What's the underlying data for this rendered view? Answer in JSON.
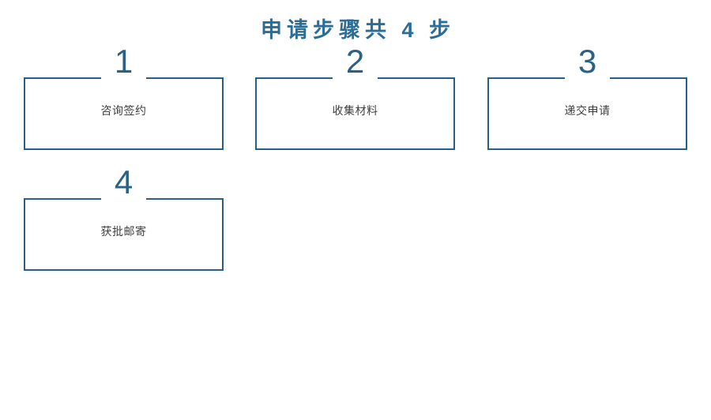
{
  "page": {
    "title": "申请步骤共 4 步",
    "title_color": "#2b6d96",
    "background_color": "#ffffff"
  },
  "theme": {
    "border_color": "#2a5f85",
    "number_color": "#2a6287",
    "label_color": "#3f3f3f"
  },
  "steps": [
    {
      "number": "1",
      "label": "咨询签约"
    },
    {
      "number": "2",
      "label": "收集材料"
    },
    {
      "number": "3",
      "label": "递交申请"
    },
    {
      "number": "4",
      "label": "获批邮寄"
    }
  ]
}
